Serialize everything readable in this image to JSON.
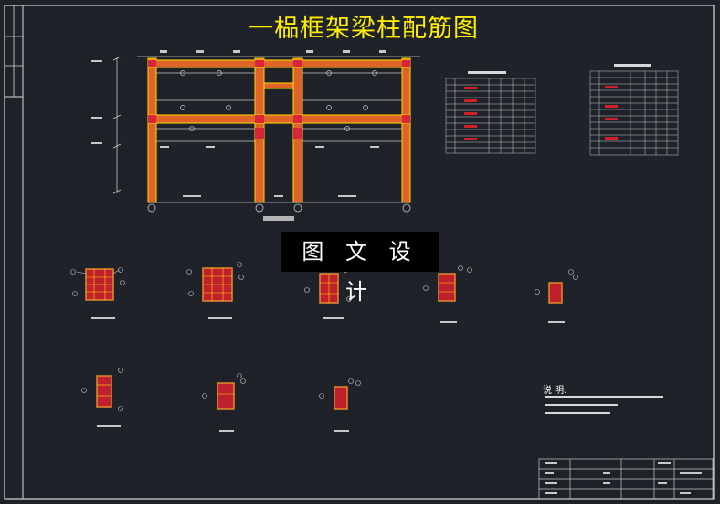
{
  "drawing": {
    "title": "一榀框架梁柱配筋图",
    "watermark": "图 文 设 计",
    "notes_heading": "说 明:"
  },
  "colors": {
    "background": "#1f2229",
    "frame_border": "#d8d8d8",
    "beam_column_fill": "#e0642a",
    "beam_column_edge": "#ffdc00",
    "joint": "#d8253a",
    "rebar_line": "#c8c8c8",
    "title": "#ffee00",
    "table_header": "#ffffff",
    "table_mark": "#d0202c"
  }
}
